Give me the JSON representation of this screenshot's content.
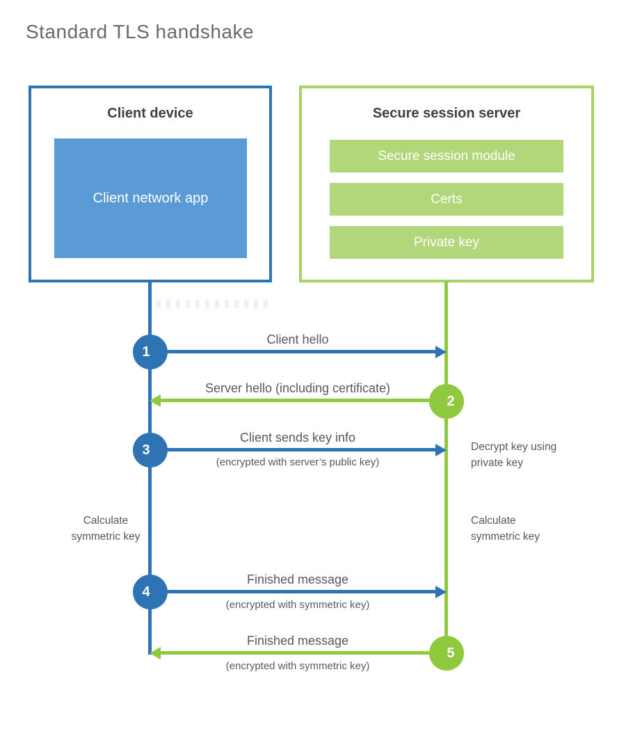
{
  "page": {
    "title": "Standard TLS handshake"
  },
  "colors": {
    "blue_accent": "#2e74b5",
    "blue_fill": "#5b9bd5",
    "green_accent": "#8fc93e",
    "green_border": "#a6d55f",
    "green_fill": "#b1d77a",
    "title_gray": "#68696b",
    "label_gray": "#57585a"
  },
  "client": {
    "title": "Client device",
    "app_label": "Client network app"
  },
  "server": {
    "title": "Secure session server",
    "modules": [
      "Secure session module",
      "Certs",
      "Private key"
    ]
  },
  "flows": [
    {
      "num": "1",
      "direction": "right",
      "label": "Client hello",
      "sublabel": ""
    },
    {
      "num": "2",
      "direction": "left",
      "label": "Server hello (including certificate)",
      "sublabel": ""
    },
    {
      "num": "3",
      "direction": "right",
      "label": "Client sends key info",
      "sublabel": "(encrypted with server’s public key)"
    },
    {
      "num": "4",
      "direction": "right",
      "label": "Finished message",
      "sublabel": "(encrypted with symmetric key)"
    },
    {
      "num": "5",
      "direction": "left",
      "label": "Finished message",
      "sublabel": "(encrypted with symmetric key)"
    }
  ],
  "notes": {
    "decrypt": {
      "line1": "Decrypt key using",
      "line2": "private key"
    },
    "calc_left": {
      "line1": "Calculate",
      "line2": "symmetric key"
    },
    "calc_right": {
      "line1": "Calculate",
      "line2": "symmetric key"
    }
  }
}
